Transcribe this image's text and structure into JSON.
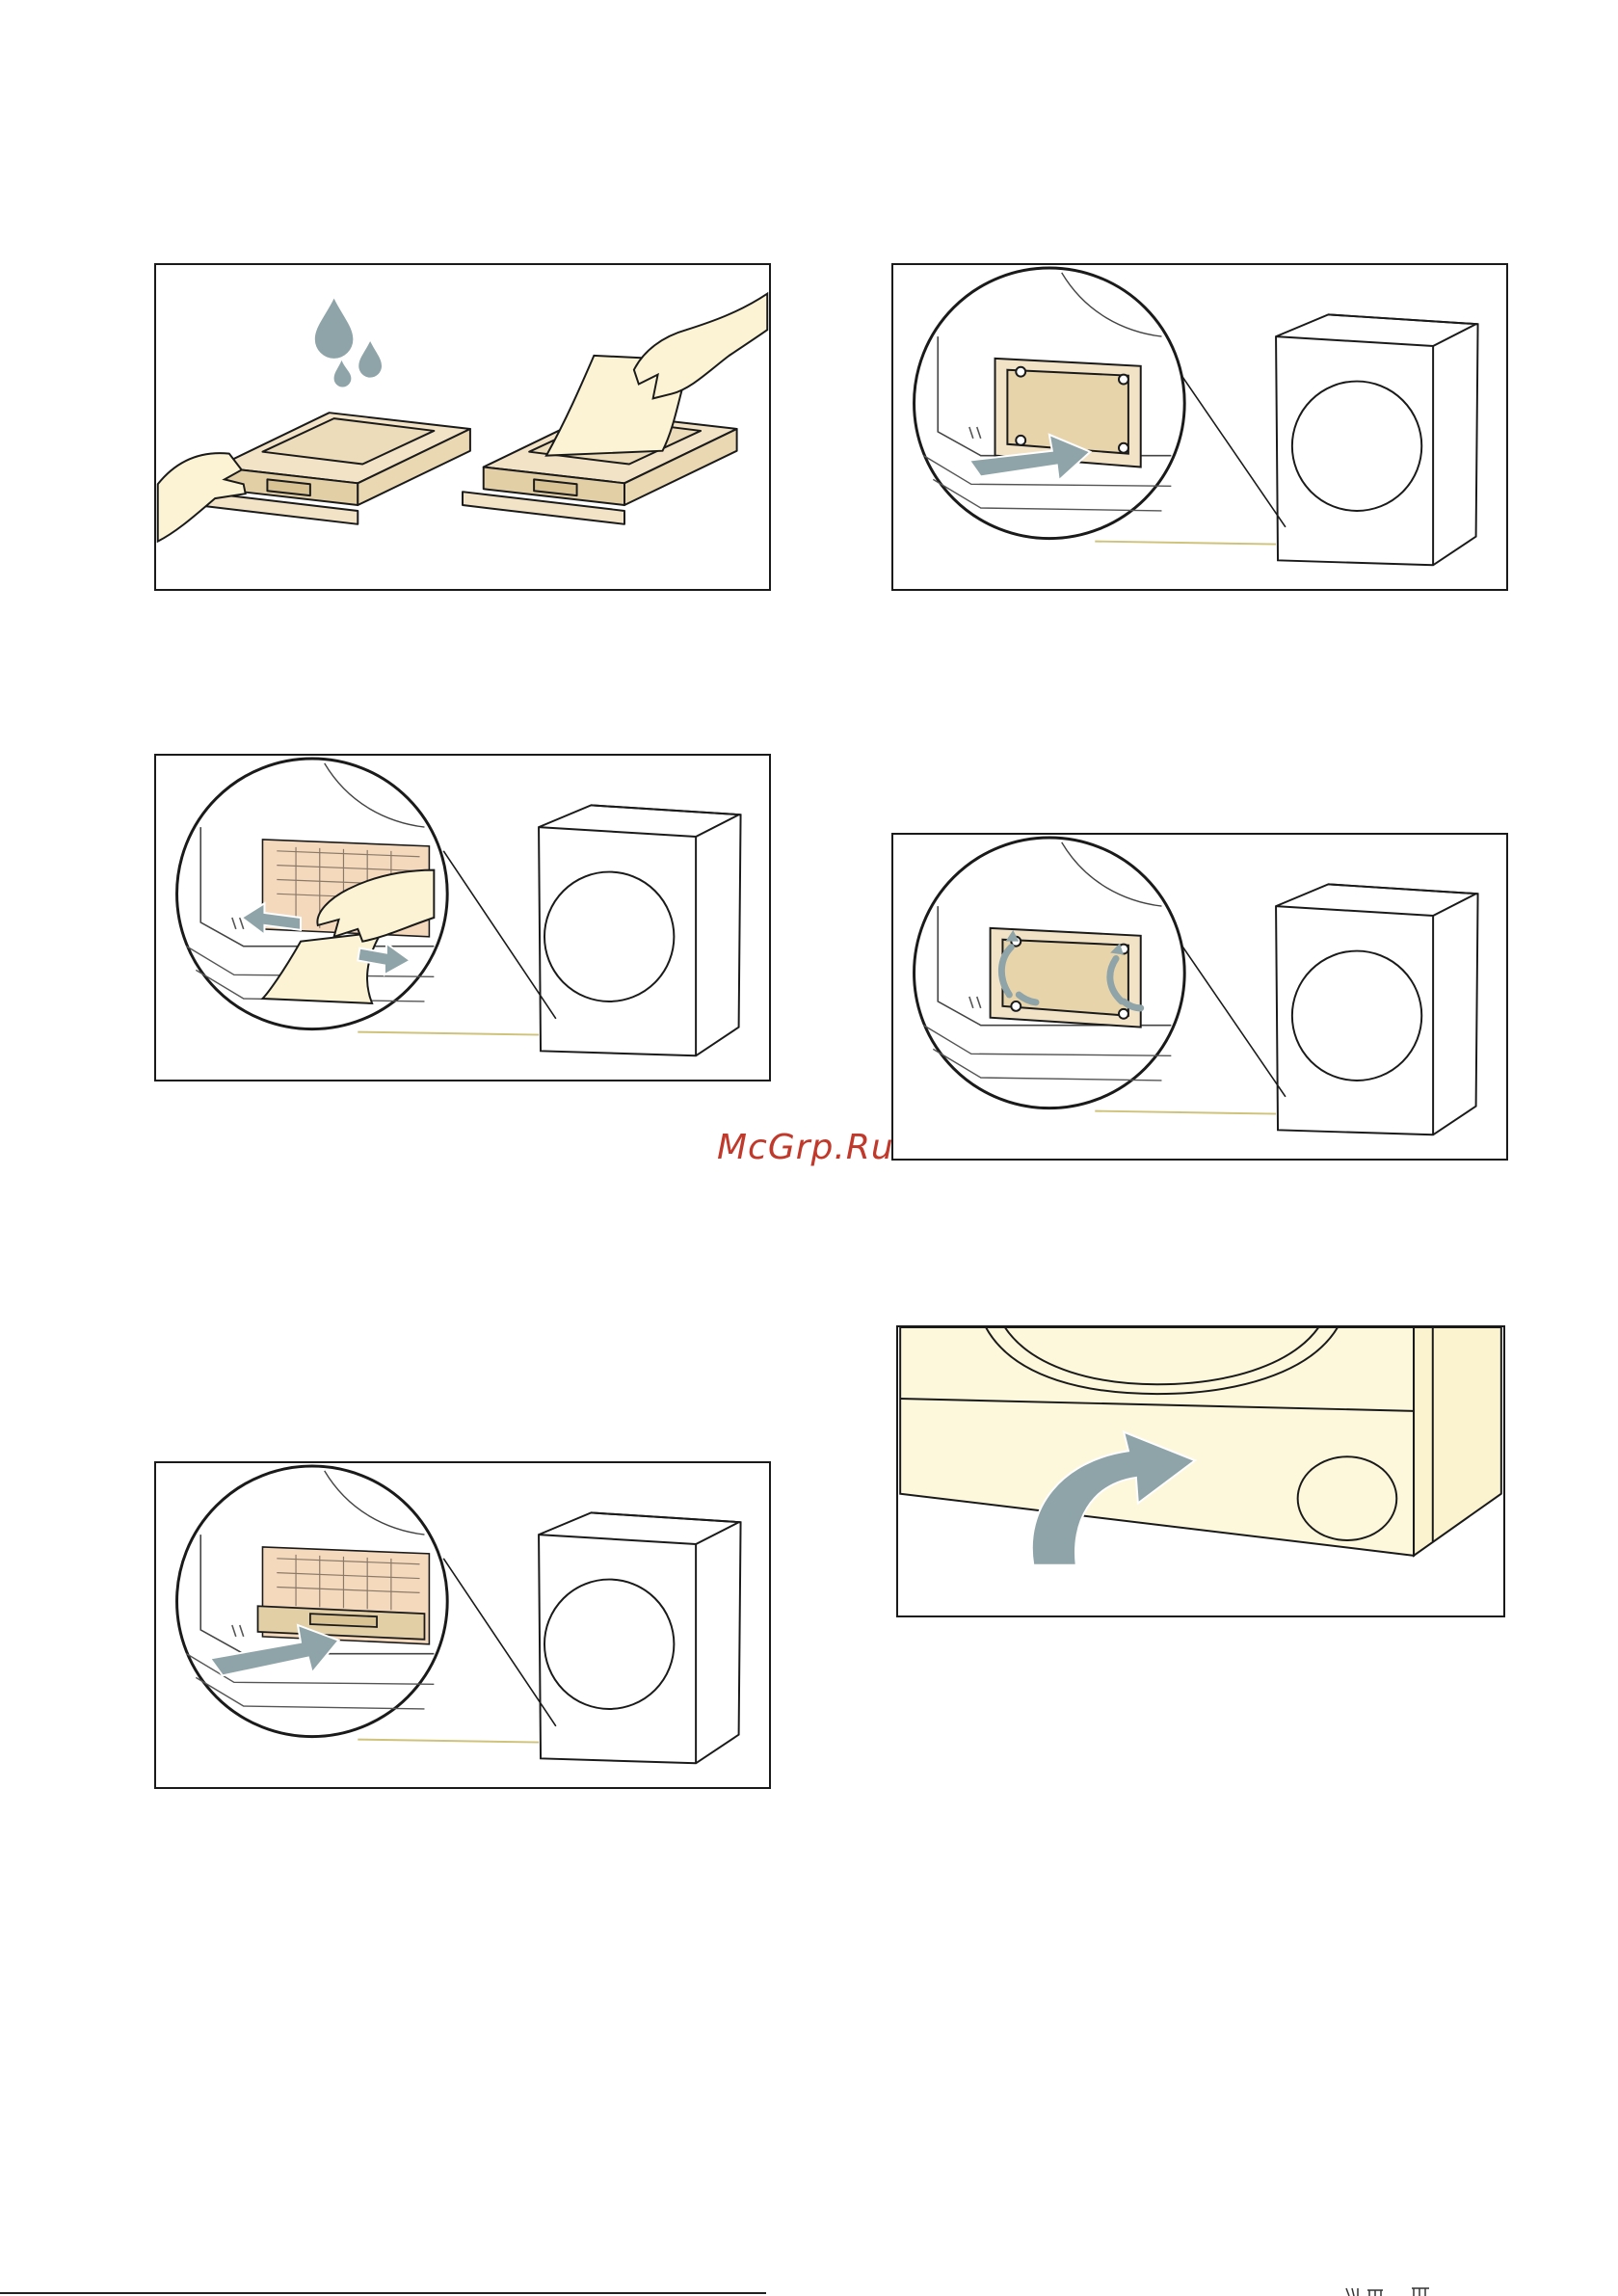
{
  "page": {
    "watermark": "McGrp.Ru"
  },
  "colors": {
    "arrow": "#8fa4a8",
    "filter_body": "#f2e3c6",
    "filter_shade": "#e3cfa6",
    "hand": "#fbf3d3",
    "appliance_fill": "#fdf8dc",
    "line": "#1a1a1a",
    "leader": "#cfc27a",
    "watermark": "#c0392b"
  },
  "figures": [
    {
      "id": "figure-1",
      "icons": [
        "water-drops-icon",
        "hand-icon",
        "filter-tray-icon",
        "cloth-icon"
      ]
    },
    {
      "id": "figure-2",
      "icons": [
        "magnifier-circle-icon",
        "filter-frame-icon",
        "push-arrow-icon",
        "dryer-icon"
      ]
    },
    {
      "id": "figure-3",
      "icons": [
        "magnifier-circle-icon",
        "hand-icon",
        "cloth-icon",
        "double-arrow-icon",
        "dryer-icon"
      ]
    },
    {
      "id": "figure-4",
      "icons": [
        "magnifier-circle-icon",
        "filter-frame-icon",
        "lever-arrows-icon",
        "dryer-icon"
      ]
    },
    {
      "id": "figure-5",
      "icons": [
        "magnifier-circle-icon",
        "filter-tray-icon",
        "push-arrow-icon",
        "dryer-icon"
      ]
    },
    {
      "id": "figure-6",
      "icons": [
        "dryer-base-icon",
        "curved-arrow-icon",
        "round-cover-icon"
      ]
    }
  ]
}
